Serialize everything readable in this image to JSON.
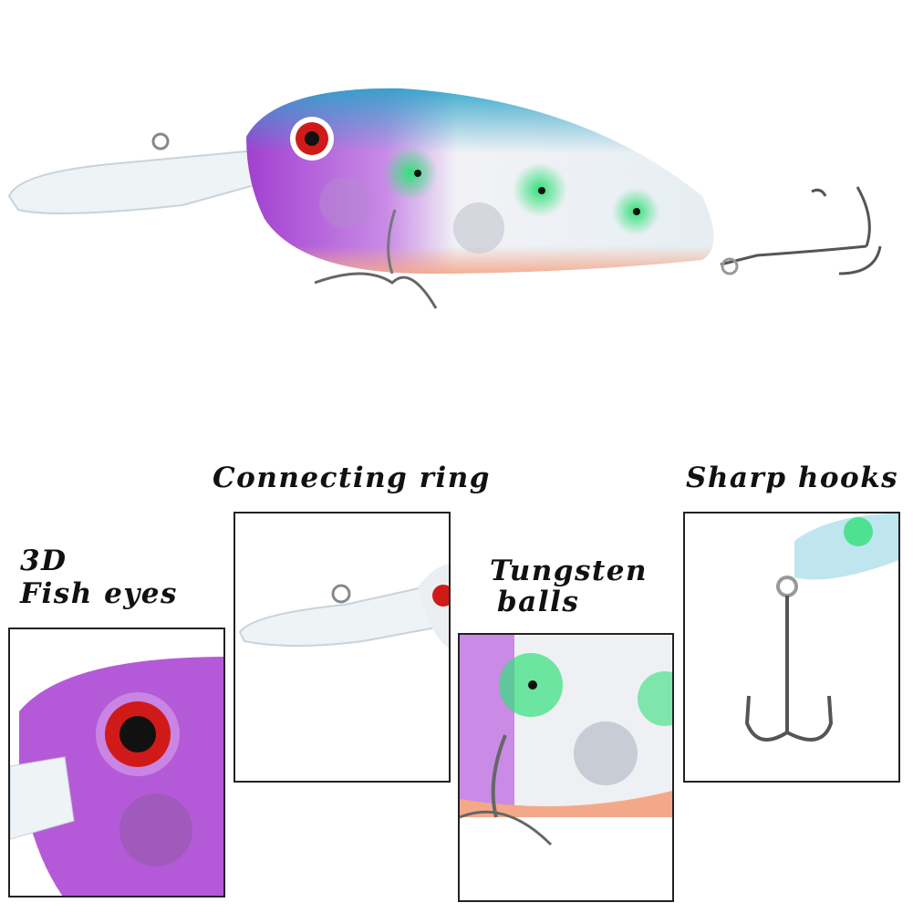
{
  "labels": {
    "connecting_ring": "Connecting ring",
    "sharp_hooks": "Sharp hooks",
    "fish_eyes_line1": "3D",
    "fish_eyes_line2": "Fish eyes",
    "tungsten_line1": "Tungsten",
    "tungsten_line2": "balls"
  },
  "colors": {
    "purple": "#a23fd0",
    "blue": "#2aa3c9",
    "green": "#33e07a",
    "red": "#d01a1a",
    "orange": "#f4a88a"
  }
}
